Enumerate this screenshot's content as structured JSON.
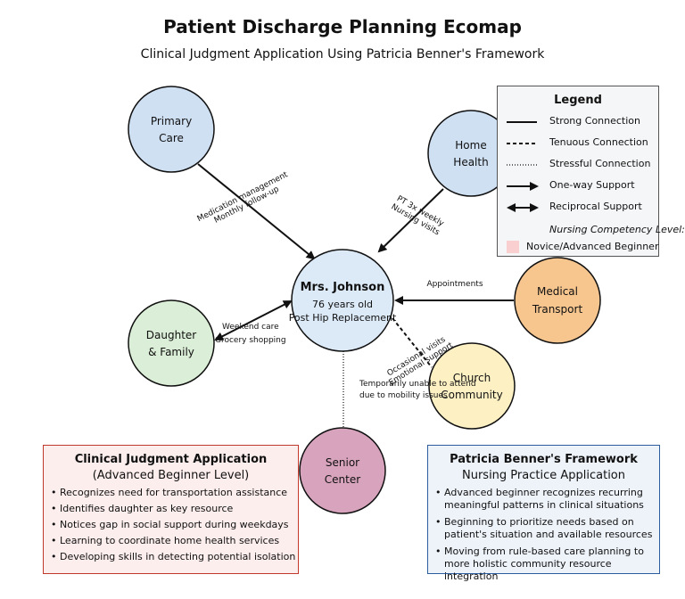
{
  "title": "Patient Discharge Planning Ecomap",
  "subtitle": "Clinical Judgment Application Using Patricia Benner's Framework",
  "center": {
    "name": "Mrs. Johnson",
    "line1": "76 years old",
    "line2": "Post Hip Replacement"
  },
  "nodes": {
    "primary_care": {
      "line1": "Primary",
      "line2": "Care",
      "color": "#cfe0f3"
    },
    "home_health": {
      "line1": "Home",
      "line2": "Health",
      "color": "#cfe0f3"
    },
    "medical_transport": {
      "line1": "Medical",
      "line2": "Transport",
      "color": "#f7c58e"
    },
    "church_community": {
      "line1": "Church",
      "line2": "Community",
      "color": "#fdf1c4"
    },
    "senior_center": {
      "line1": "Senior",
      "line2": "Center",
      "color": "#d8a4bd"
    },
    "daughter_family": {
      "line1": "Daughter",
      "line2": "& Family",
      "color": "#dbeed7"
    }
  },
  "edges": {
    "primary_care": {
      "label1": "Medication management",
      "label2": "Monthly follow-up",
      "type": "strong, one-way"
    },
    "home_health": {
      "label1": "PT 3x weekly",
      "label2": "Nursing visits",
      "type": "strong, one-way"
    },
    "medical_transport": {
      "label1": "Appointments",
      "type": "strong, one-way"
    },
    "church_community": {
      "label1": "Occasional visits",
      "label2": "Emotional support",
      "type": "tenuous"
    },
    "senior_center": {
      "label1": "Temporarily unable to attend",
      "label2": "due to mobility issues",
      "type": "stressful"
    },
    "daughter_family": {
      "label1": "Weekend care",
      "label2": "Grocery shopping",
      "type": "strong, reciprocal"
    }
  },
  "legend": {
    "title": "Legend",
    "strong": "Strong Connection",
    "tenuous": "Tenuous Connection",
    "stressful": "Stressful Connection",
    "one_way": "One-way Support",
    "reciprocal": "Reciprocal Support",
    "competency": "Nursing Competency Level:",
    "level": "Novice/Advanced Beginner"
  },
  "clinical_box": {
    "title": "Clinical Judgment Application",
    "subtitle": "(Advanced Beginner Level)",
    "items": [
      "Recognizes need for transportation assistance",
      "Identifies daughter as key resource",
      "Notices gap in social support during weekdays",
      "Learning to coordinate home health services",
      "Developing skills in detecting potential isolation"
    ]
  },
  "benner_box": {
    "title": "Patricia Benner's Framework",
    "subtitle": "Nursing Practice Application",
    "items": [
      "Advanced beginner recognizes recurring meaningful patterns in clinical situations",
      "Beginning to prioritize needs based on patient's situation and available resources",
      "Moving from rule-based care planning to more holistic community resource integration"
    ]
  }
}
